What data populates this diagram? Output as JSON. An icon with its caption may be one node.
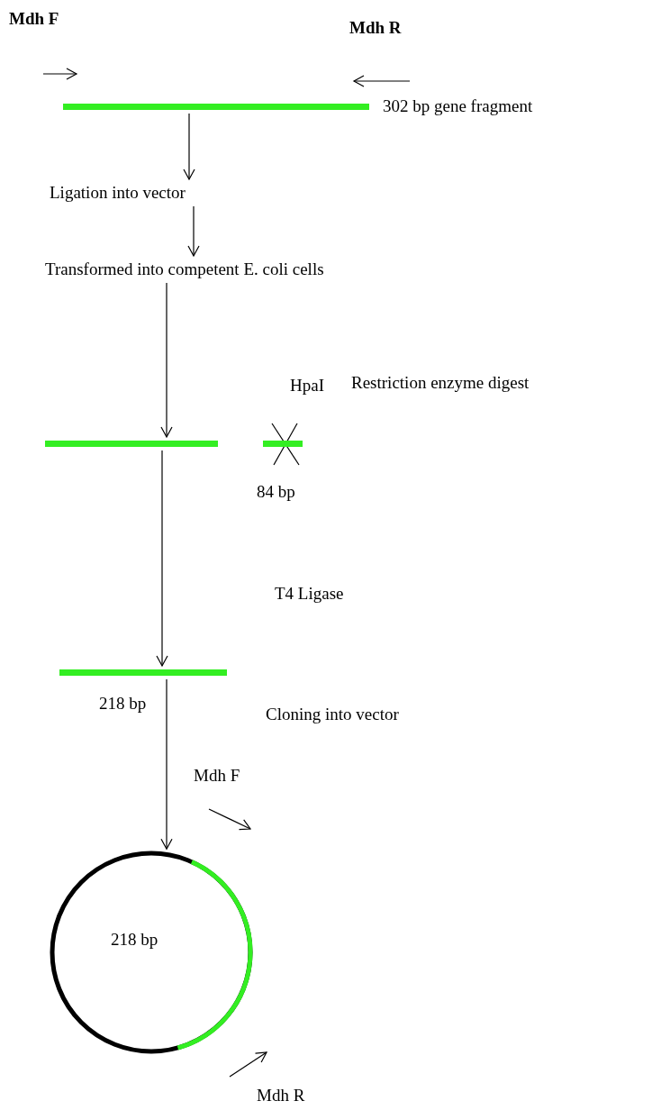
{
  "diagram": {
    "nodes": [
      {
        "text": [],
        "shape": "bar",
        "beside": [
          "302 bp gene fragment"
        ]
      },
      {
        "text": [
          "Ligation into vector"
        ]
      },
      {
        "text": [
          "Transformed into competent E. coli cells"
        ]
      },
      {
        "text": [],
        "shape": "bar"
      },
      {
        "text": [],
        "shape": "bar",
        "beside": [
          "84 bp"
        ]
      },
      {
        "text": [],
        "shape": "bar",
        "beside": [
          "218 bp"
        ]
      },
      {
        "text": [
          "218 bp"
        ]
      }
    ],
    "edges": [
      {
        "from": 0,
        "to": 1,
        "arrow": "to"
      },
      {
        "from": 1,
        "to": 2,
        "arrow": "to"
      },
      {
        "from": 2,
        "to": 3,
        "arrow": "to"
      },
      {
        "from": 3,
        "to": 5,
        "arrow": "to"
      },
      {
        "from": 5,
        "to": 6,
        "arrow": "to"
      }
    ],
    "labels": [
      "Mdh F",
      "Mdh R",
      "HpaI",
      "Restriction enzyme digest",
      "T4 Ligase",
      "Cloning into vector",
      "Mdh F",
      "Mdh R"
    ]
  }
}
